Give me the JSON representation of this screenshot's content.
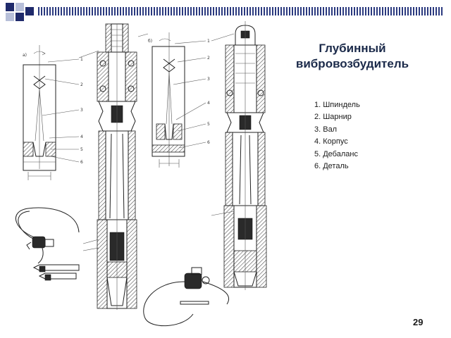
{
  "slide": {
    "title_line1": "Глубинный",
    "title_line2": "вибровозбудитель",
    "page_number": "29"
  },
  "parts": [
    "1. Шпиндель",
    "2. Шарнир",
    "3. Вал",
    "4. Корпус",
    "5. Дебаланс",
    "6. Деталь"
  ],
  "colors": {
    "accent": "#1f2a6b",
    "accent_light": "#b7bfd9"
  }
}
